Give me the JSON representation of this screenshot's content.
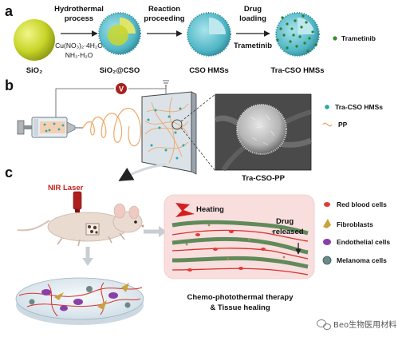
{
  "panel_labels": {
    "a": "a",
    "b": "b",
    "c": "c"
  },
  "panel_a": {
    "step1_line1": "Hydrothermal",
    "step1_line2": "process",
    "reagent_line1": "Cu(NO₃)₂·4H₂O",
    "reagent_line2": "NH₃·H₂O",
    "step2_line1": "Reaction",
    "step2_line2": "proceeding",
    "step3_line1": "Drug",
    "step3_line2": "loading",
    "step3_agent": "Trametinib",
    "particles": [
      "SiO₂",
      "SiO₂@CSO",
      "CSO HMSs",
      "Tra-CSO HMSs"
    ],
    "legend_trametinib": "Trametinib",
    "colors": {
      "sio2": "#c8d62a",
      "cso": "#4fb5c4",
      "drug": "#3a8a2e",
      "arrow": "#222222"
    }
  },
  "panel_b": {
    "voltage_symbol": "V",
    "sem_caption": "Tra-CSO-PP",
    "legend_hms": "Tra-CSO HMSs",
    "legend_pp": "PP",
    "colors": {
      "fiber": "#f0a868",
      "particle": "#2aa8a8",
      "voltage": "#a8221e"
    }
  },
  "panel_c": {
    "laser_label": "NIR Laser",
    "heating_label": "Heating",
    "drug_line1": "Drug",
    "drug_line2": "released",
    "caption_line1": "Chemo-photothermal therapy",
    "caption_line2": "& Tissue healing",
    "legend": [
      "Red blood cells",
      "Fibroblasts",
      "Endothelial cells",
      "Melanoma cells"
    ],
    "colors": {
      "tissue_bg": "#f9dede",
      "vessel": "#d8322e",
      "fibroblast": "#4a8a2a",
      "endothelial": "#8a3fa8",
      "melanoma": "#6a8a88"
    }
  },
  "watermark": "Beo生物医用材料"
}
